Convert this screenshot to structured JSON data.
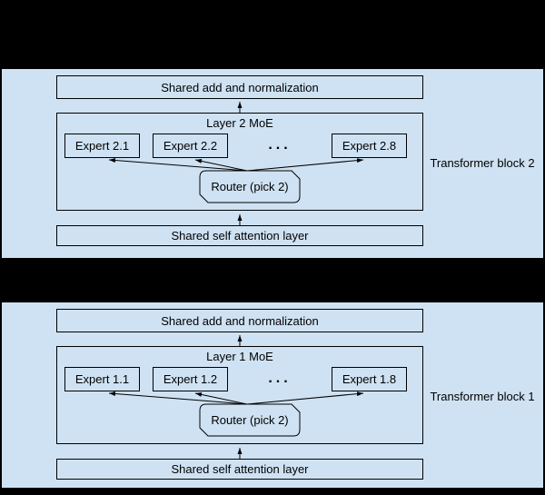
{
  "colors": {
    "background": "#000000",
    "panel_fill": "#cfe2f3",
    "line": "#000000",
    "text": "#000000"
  },
  "blocks": [
    {
      "label": "Transformer block 2",
      "add_norm_label": "Shared add and normalization",
      "moe_title": "Layer 2 MoE",
      "experts": [
        "Expert 2.1",
        "Expert 2.2",
        "Expert 2.8"
      ],
      "ellipsis": "...",
      "router_label": "Router (pick 2)",
      "self_attention_label": "Shared self attention layer"
    },
    {
      "label": "Transformer block 1",
      "add_norm_label": "Shared add and normalization",
      "moe_title": "Layer 1 MoE",
      "experts": [
        "Expert 1.1",
        "Expert 1.2",
        "Expert 1.8"
      ],
      "ellipsis": "...",
      "router_label": "Router (pick 2)",
      "self_attention_label": "Shared self attention layer"
    }
  ]
}
